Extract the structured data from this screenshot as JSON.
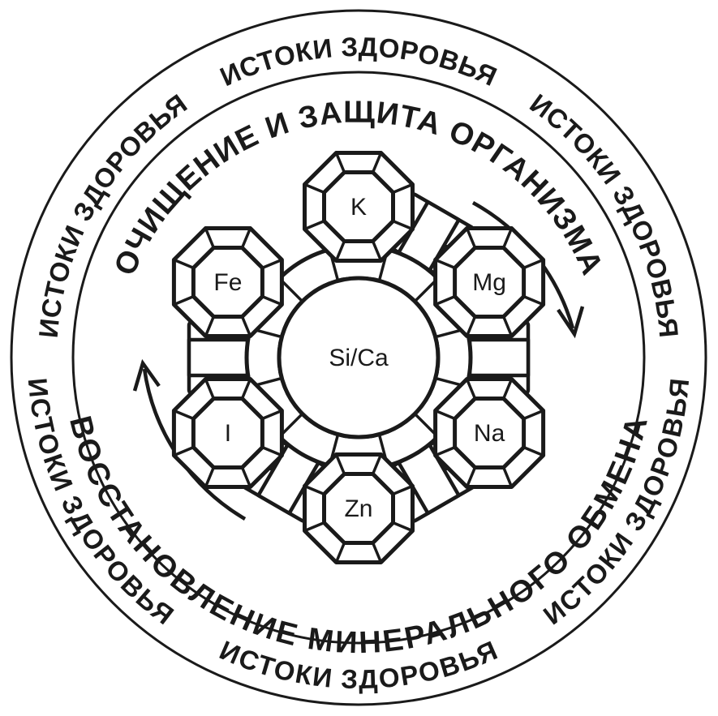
{
  "outer_ring": {
    "repeated_text": "ИСТОКИ ЗДОРОВЬЯ"
  },
  "inner_ring": {
    "top_text": "ОЧИЩЕНИЕ И ЗАЩИТА ОРГАНИЗМА",
    "bottom_text": "ВОССТАНОВЛЕНИЕ МИНЕРАЛЬНОГО ОБМЕНА"
  },
  "molecule": {
    "center": "Si/Ca",
    "nodes": [
      {
        "id": "top",
        "label": "K"
      },
      {
        "id": "upper-right",
        "label": "Mg"
      },
      {
        "id": "lower-right",
        "label": "Na"
      },
      {
        "id": "bottom",
        "label": "Zn"
      },
      {
        "id": "lower-left",
        "label": "I"
      },
      {
        "id": "upper-left",
        "label": "Fe"
      }
    ]
  },
  "colors": {
    "ink": "#1a1a1a",
    "background": "#ffffff"
  }
}
